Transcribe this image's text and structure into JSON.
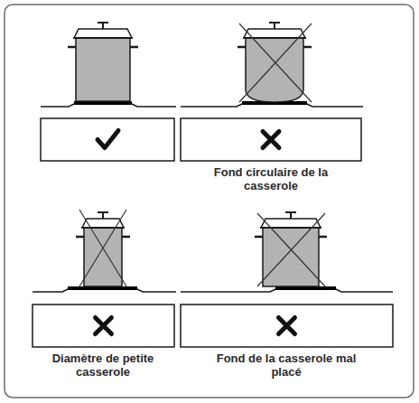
{
  "diagram": {
    "labels": [
      "Fond circulaire de la casserole",
      "Diamètre de petite casserole",
      "Fond de la casserole mal placé"
    ]
  }
}
